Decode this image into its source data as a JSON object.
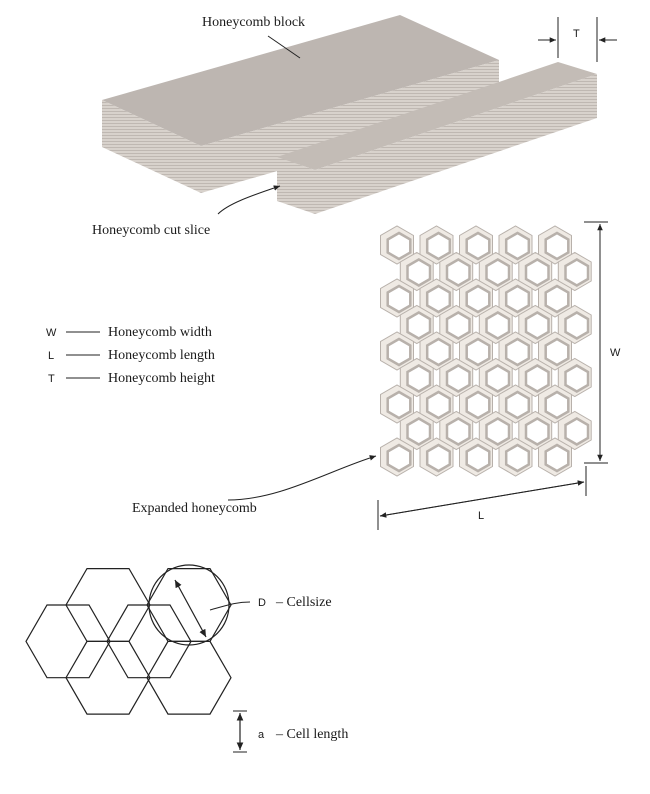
{
  "block_label": "Honeycomb block",
  "slice_label": "Honeycomb cut slice",
  "thickness_symbol": "T",
  "legend": [
    {
      "symbol": "W",
      "label": "Honeycomb width"
    },
    {
      "symbol": "L",
      "label": "Honeycomb length"
    },
    {
      "symbol": "T",
      "label": "Honeycomb height"
    }
  ],
  "expanded_label": "Expanded honeycomb",
  "width_symbol": "W",
  "length_symbol": "L",
  "cellsize_symbol": "D",
  "cellsize_label": "– Cellsize",
  "cell_length_symbol": "a",
  "cell_length_label": "– Cell length",
  "colors": {
    "top_face": "#bdb6b1",
    "side_face": "#d6d0cb",
    "end_face": "#e7e2dd",
    "cell_face": "#efeae4",
    "cell_shadow": "#b8b1ab",
    "line": "#222222"
  }
}
